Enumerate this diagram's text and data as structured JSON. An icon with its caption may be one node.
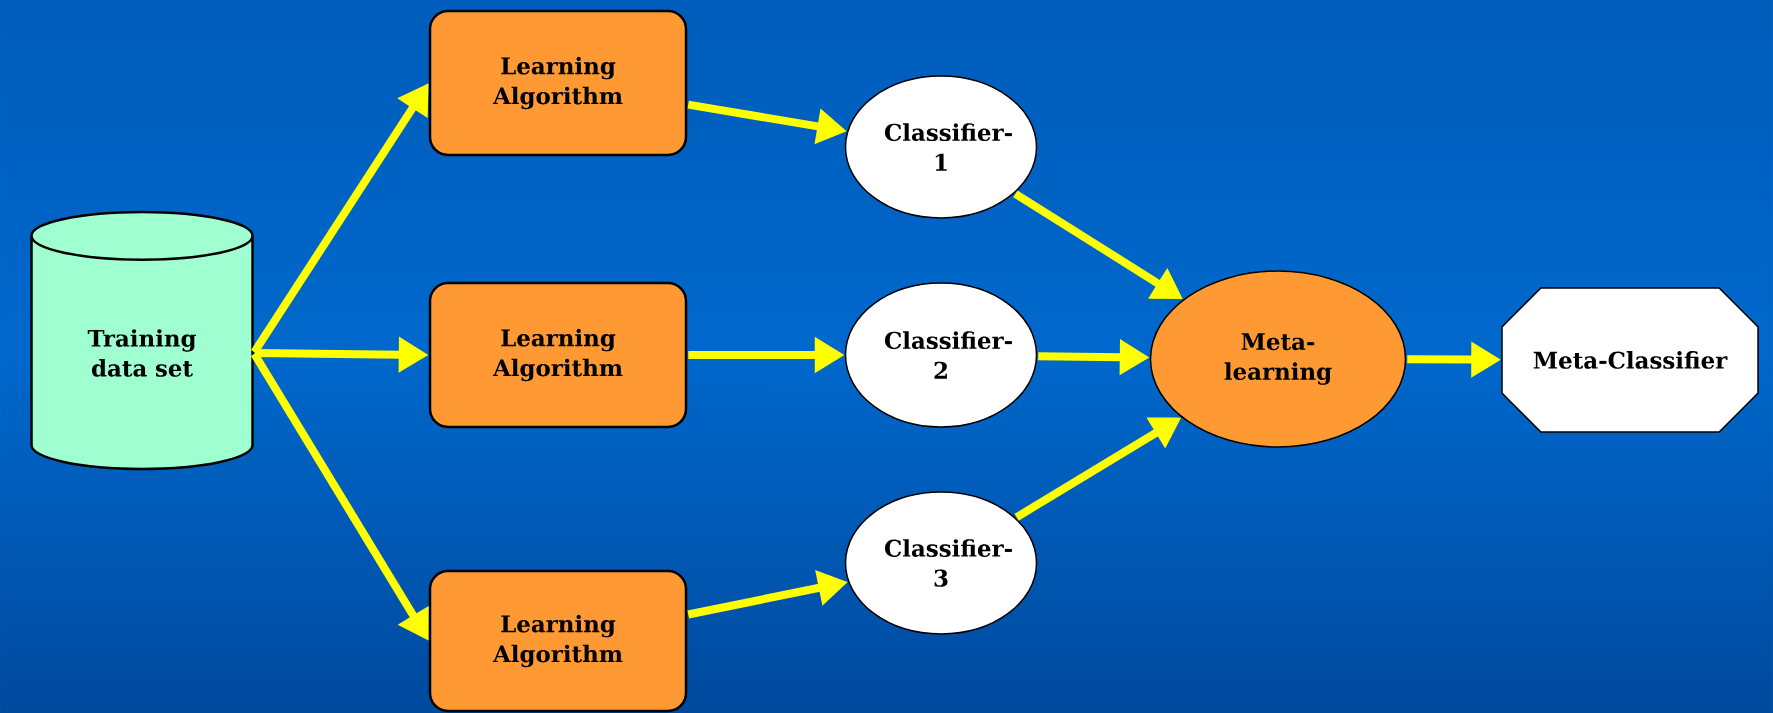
{
  "diagram": {
    "nodes": [
      {
        "text": [
          "Training data set"
        ]
      },
      {
        "text": [
          "Learning Algorithm"
        ]
      },
      {
        "text": [
          "Learning Algorithm"
        ]
      },
      {
        "text": [
          "Learning Algorithm"
        ]
      },
      {
        "text": [
          "Classifier-1"
        ]
      },
      {
        "text": [
          "Classifier-2"
        ]
      },
      {
        "text": [
          "Classifier-3"
        ]
      },
      {
        "text": [
          "Meta-learning"
        ]
      },
      {
        "text": [
          "Meta-Classifier"
        ]
      }
    ],
    "edges": [
      {
        "from": 0,
        "to": 1,
        "arrow": "to"
      },
      {
        "from": 0,
        "to": 2,
        "arrow": "to"
      },
      {
        "from": 0,
        "to": 3,
        "arrow": "to"
      },
      {
        "from": 1,
        "to": 4,
        "arrow": "to"
      },
      {
        "from": 2,
        "to": 5,
        "arrow": "to"
      },
      {
        "from": 3,
        "to": 6,
        "arrow": "to"
      },
      {
        "from": 4,
        "to": 7,
        "arrow": "to"
      },
      {
        "from": 5,
        "to": 7,
        "arrow": "to"
      },
      {
        "from": 6,
        "to": 7,
        "arrow": "to"
      },
      {
        "from": 7,
        "to": 8,
        "arrow": "to"
      }
    ]
  }
}
